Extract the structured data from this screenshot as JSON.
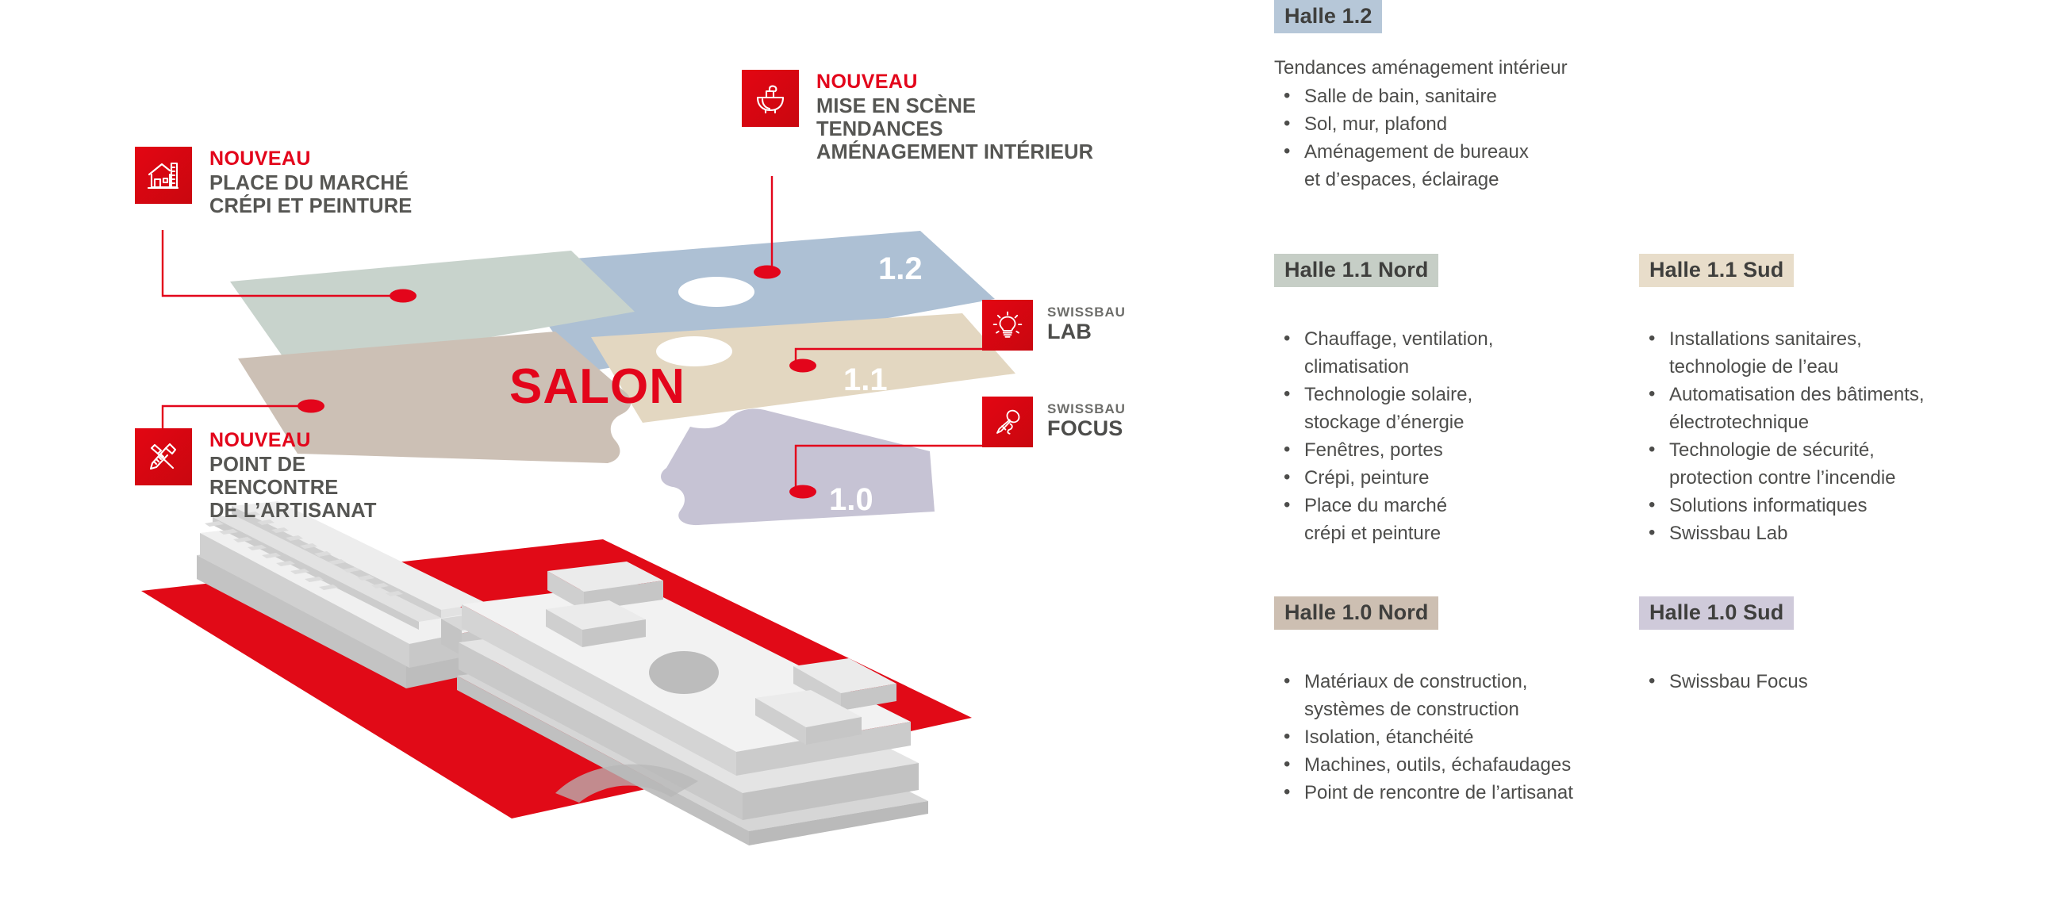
{
  "colors": {
    "red": "#e3051b",
    "text_gray": "#4d4d4b",
    "plate_12": "#adc0d4",
    "plate_green": "#c8d3cc",
    "plate_11": "#e3d7c1",
    "plate_taupe": "#ccc0b5",
    "plate_10": "#c6c3d4",
    "badge_12": "#b6c7d8",
    "badge_11n": "#c6cec6",
    "badge_11s": "#e8ddca",
    "badge_10n": "#cdbfb2",
    "badge_10s": "#cfcada",
    "building": "#e8e8e8"
  },
  "diagram": {
    "salon_label": "SALON",
    "plate_labels": {
      "p12": "1.2",
      "p11": "1.1",
      "p10": "1.0"
    },
    "callouts": [
      {
        "id": "place-du-marche",
        "icon": "house-ruler-icon",
        "tag": "NOUVEAU",
        "lines": [
          "PLACE DU MARCHÉ",
          "CRÉPI ET PEINTURE"
        ]
      },
      {
        "id": "mise-en-scene",
        "icon": "washbasin-icon",
        "tag": "NOUVEAU",
        "lines": [
          "MISE EN SCÈNE",
          "TENDANCES",
          "AMÉNAGEMENT INTÉRIEUR"
        ]
      },
      {
        "id": "point-de-rencontre",
        "icon": "tools-icon",
        "tag": "NOUVEAU",
        "lines": [
          "POINT DE",
          "RENCONTRE",
          "DE L’ARTISANAT"
        ]
      }
    ],
    "brand_callouts": [
      {
        "id": "swissbau-lab",
        "icon": "lightbulb-icon",
        "top": "SWISSBAU",
        "big": "LAB"
      },
      {
        "id": "swissbau-focus",
        "icon": "microphone-icon",
        "top": "SWISSBAU",
        "big": "FOCUS"
      }
    ]
  },
  "panel": {
    "sections": [
      {
        "id": "halle-1-2",
        "badge": "Halle 1.2",
        "badge_color": "#b6c7d8",
        "intro": "Tendances aménagement intérieur",
        "items": [
          {
            "line1": "Salle de bain, sanitaire"
          },
          {
            "line1": "Sol, mur, plafond"
          },
          {
            "line1": "Aménagement de bureaux",
            "line2": "et d’espaces, éclairage"
          }
        ]
      },
      {
        "id": "halle-1-1-nord",
        "badge": "Halle 1.1 Nord",
        "badge_color": "#c6cec6",
        "intro": "",
        "items": [
          {
            "line1": "Chauffage, ventilation,",
            "line2": "climatisation"
          },
          {
            "line1": "Technologie solaire,",
            "line2": "stockage d’énergie"
          },
          {
            "line1": "Fenêtres, portes"
          },
          {
            "line1": "Crépi, peinture"
          },
          {
            "line1": "Place du marché",
            "line2": "crépi et peinture"
          }
        ]
      },
      {
        "id": "halle-1-1-sud",
        "badge": "Halle 1.1 Sud",
        "badge_color": "#e8ddca",
        "intro": "",
        "items": [
          {
            "line1": "Installations sanitaires,",
            "line2": "technologie de l’eau"
          },
          {
            "line1": "Automatisation des bâtiments,",
            "line2": "électrotechnique"
          },
          {
            "line1": "Technologie de sécurité,",
            "line2": "protection contre l’incendie"
          },
          {
            "line1": "Solutions informatiques"
          },
          {
            "line1": "Swissbau Lab"
          }
        ]
      },
      {
        "id": "halle-1-0-nord",
        "badge": "Halle 1.0 Nord",
        "badge_color": "#cdbfb2",
        "intro": "",
        "items": [
          {
            "line1": "Matériaux de construction,",
            "line2": "systèmes de construction"
          },
          {
            "line1": "Isolation, étanchéité"
          },
          {
            "line1": "Machines, outils, échafaudages"
          },
          {
            "line1": "Point de rencontre de l’artisanat"
          }
        ]
      },
      {
        "id": "halle-1-0-sud",
        "badge": "Halle 1.0 Sud",
        "badge_color": "#cfcada",
        "intro": "",
        "items": [
          {
            "line1": "Swissbau Focus"
          }
        ]
      }
    ]
  }
}
